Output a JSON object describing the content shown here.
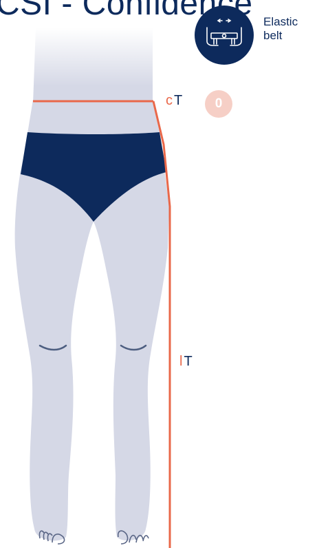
{
  "title": "CSI - Confidence",
  "badge": {
    "icon": "elastic-belt-icon",
    "label_line1": "Elastic",
    "label_line2": "belt"
  },
  "measurements": [
    {
      "prefix": "c",
      "label": "T"
    },
    {
      "prefix": "l",
      "label": "T"
    }
  ],
  "value_badge": "0",
  "colors": {
    "navy": "#0d2a5c",
    "accent": "#e9684a",
    "skin": "#d5d8e6",
    "badge_bg": "#f6cfc6"
  }
}
